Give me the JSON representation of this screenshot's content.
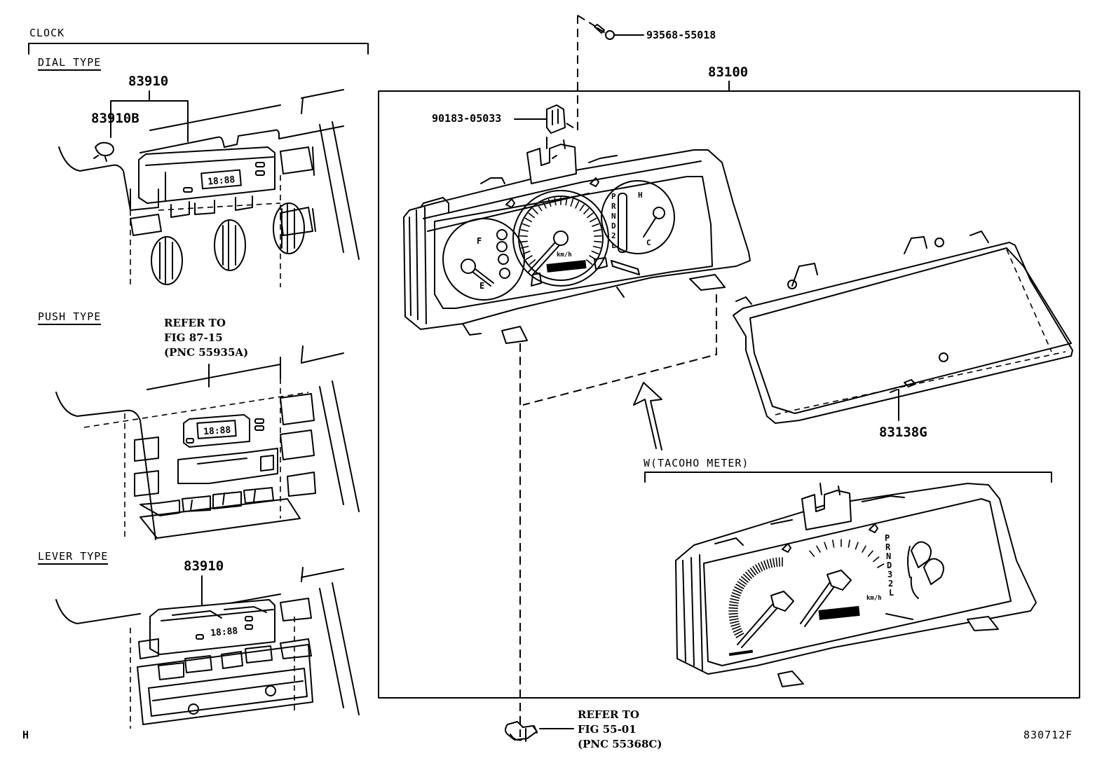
{
  "diagram": {
    "type": "parts-exploded-view",
    "figure_code": "830712F",
    "corner_mark": "H"
  },
  "clock_section": {
    "title": "CLOCK",
    "dial_type": {
      "heading": "DIAL TYPE",
      "parts": [
        "83910",
        "83910B"
      ],
      "display": "18:88"
    },
    "push_type": {
      "heading": "PUSH TYPE",
      "reference": [
        "REFER TO",
        "FIG 87-15",
        "(PNC 55935A)"
      ],
      "display": "18:88"
    },
    "lever_type": {
      "heading": "LEVER TYPE",
      "parts": [
        "83910"
      ],
      "display": "18:88"
    }
  },
  "meter_section": {
    "main_assembly": "83100",
    "screw": "93568-55018",
    "clip": "90183-05033",
    "glass": "83138G",
    "variant_label": "W(TACOHO METER)",
    "bottom_reference": [
      "REFER TO",
      "FIG 55-01",
      "(PNC 55368C)"
    ],
    "gauge_marks": {
      "fuel": [
        "F",
        "E"
      ],
      "temp": [
        "H",
        "C"
      ],
      "speed_unit": "km/h",
      "shift": [
        "P",
        "R",
        "N",
        "D",
        "2",
        "L"
      ],
      "shift_tacho": [
        "P",
        "R",
        "N",
        "D",
        "3",
        "2",
        "L"
      ]
    }
  }
}
